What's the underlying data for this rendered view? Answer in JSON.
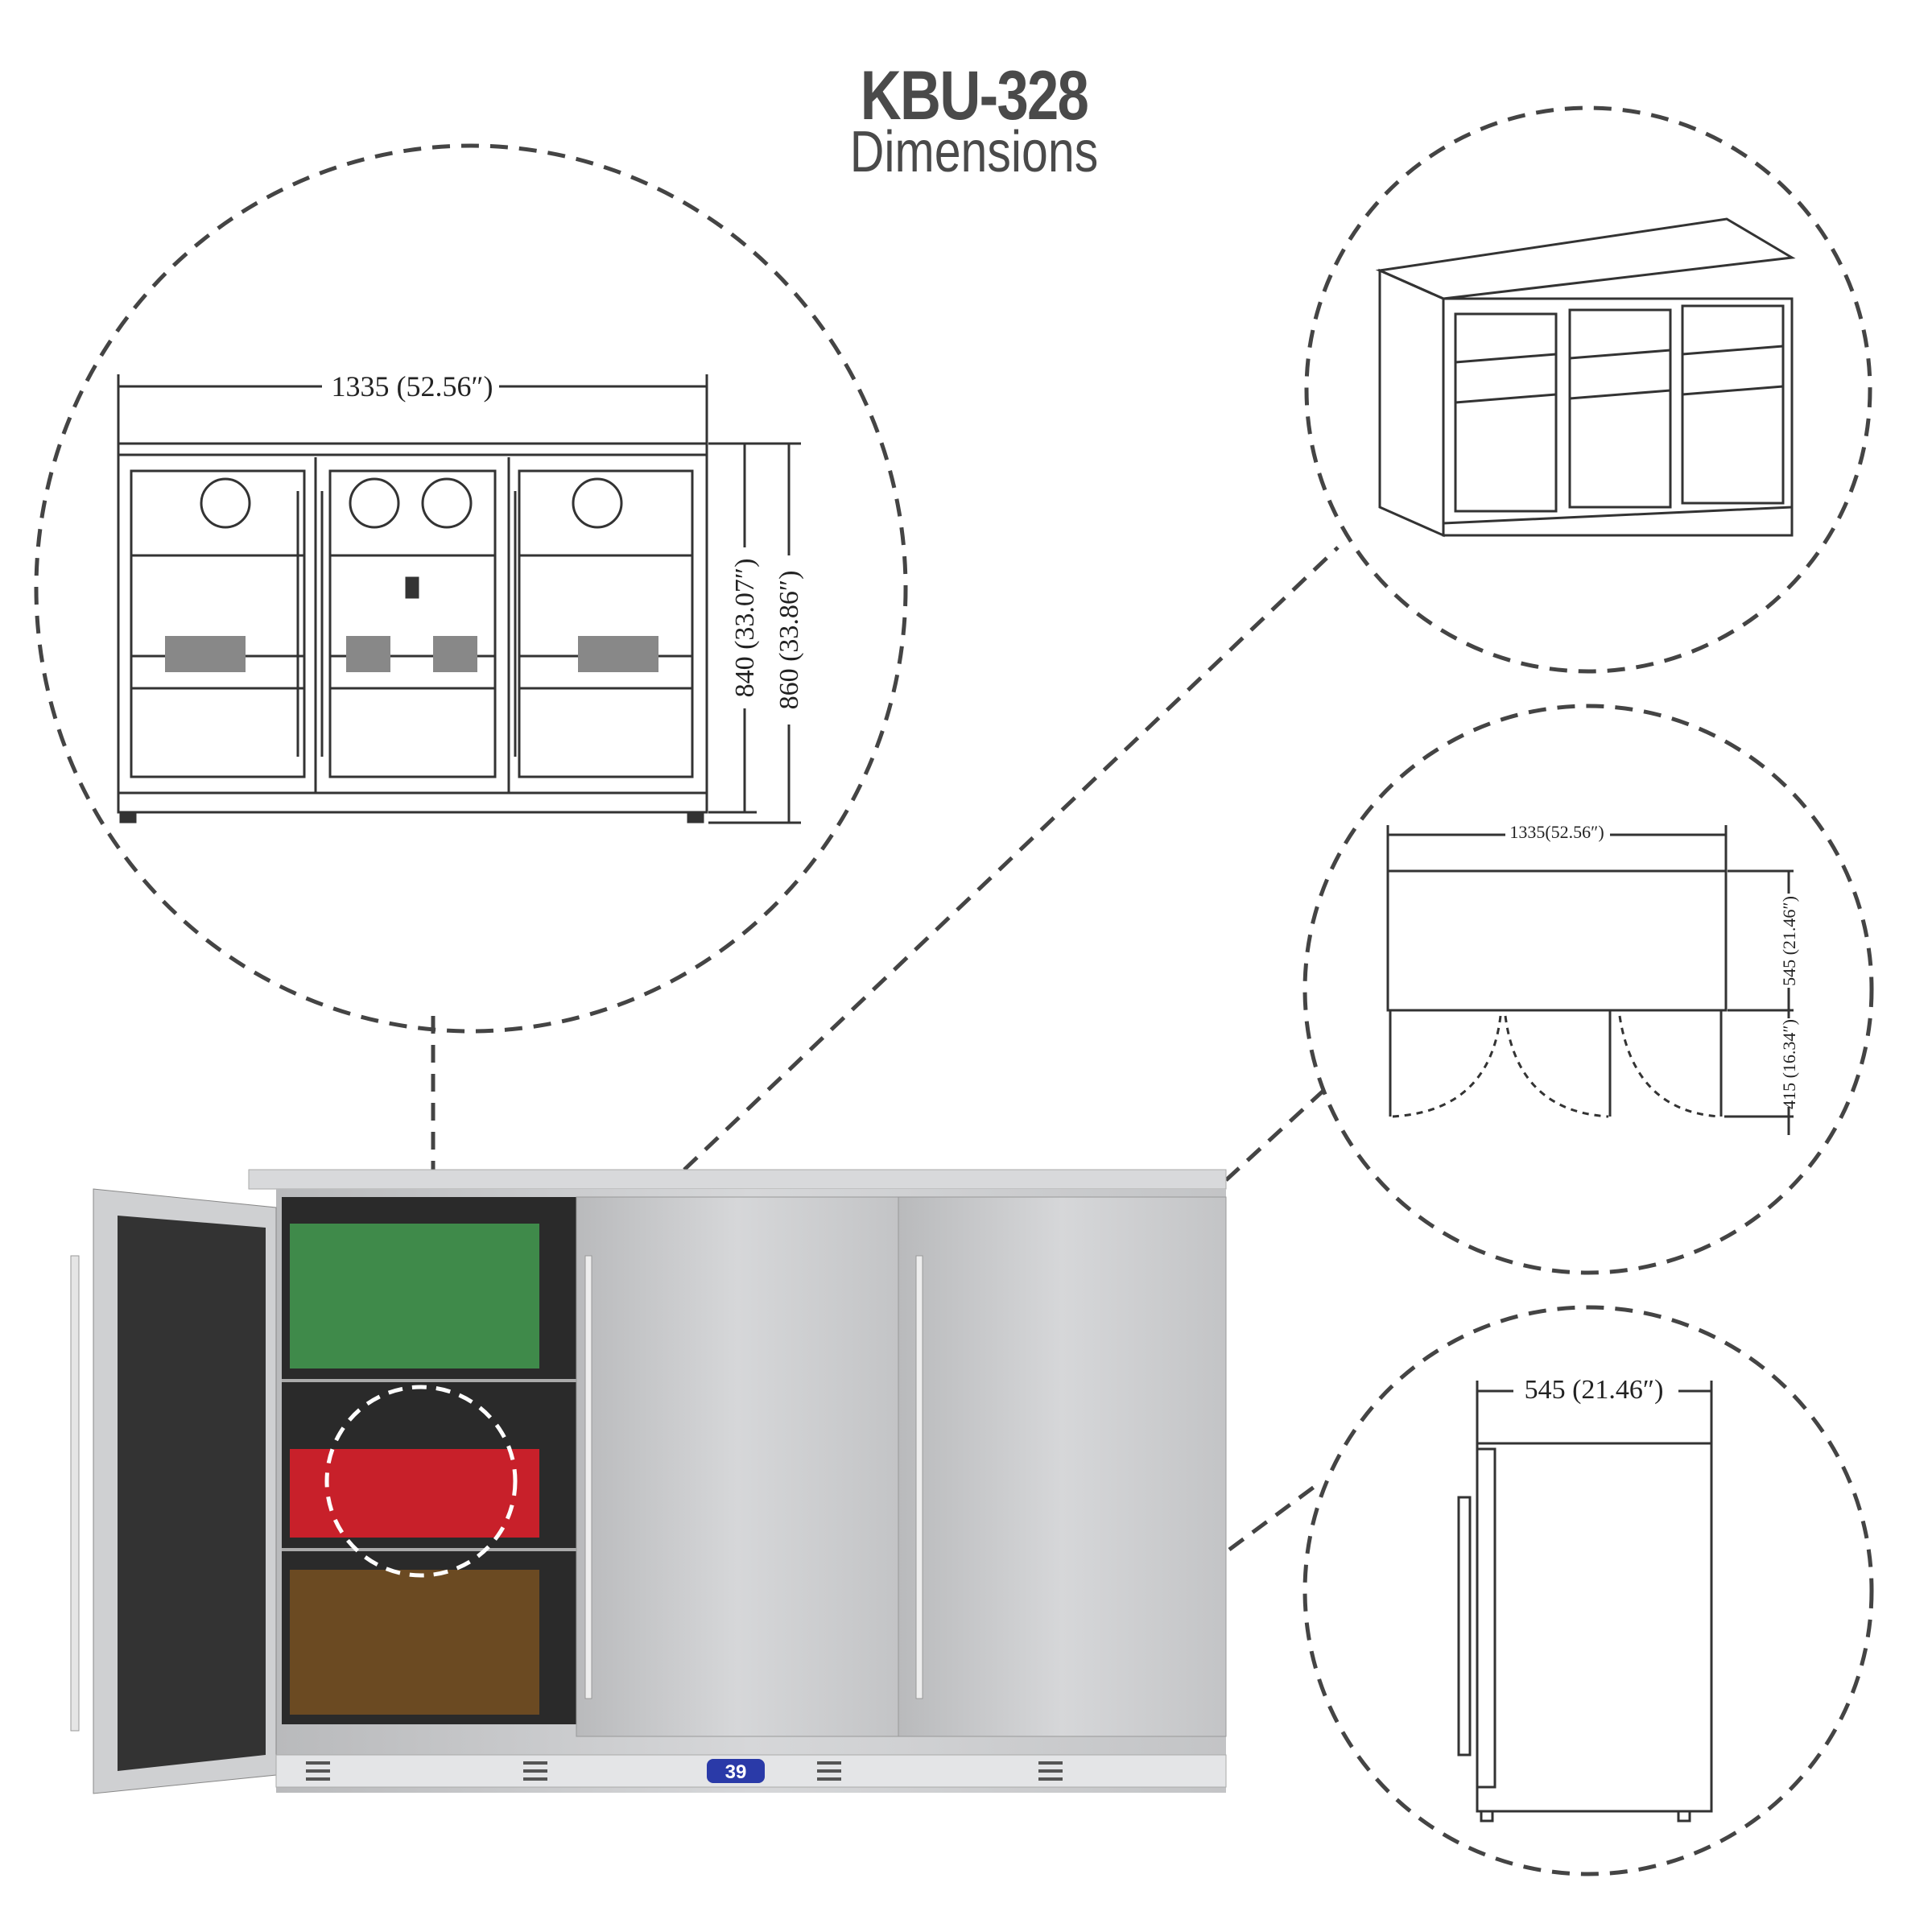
{
  "header": {
    "model": "KBU-328",
    "subtitle": "Dimensions"
  },
  "front_view": {
    "width_label": "1335 (52.56″)",
    "height_body_label": "840 (33.07″)",
    "height_total_label": "860 (33.86″)"
  },
  "top_view": {
    "width_label": "1335(52.56″)",
    "depth_label": "545 (21.46″)",
    "door_swing_label": "415 (16.34″)"
  },
  "side_view": {
    "depth_label": "545 (21.46″)"
  },
  "photo": {
    "display_temp": "39"
  },
  "colors": {
    "text": "#4a4a4a",
    "dashed_line": "#444444",
    "steel": "#c9cacc",
    "display": "#2a3aa8"
  }
}
